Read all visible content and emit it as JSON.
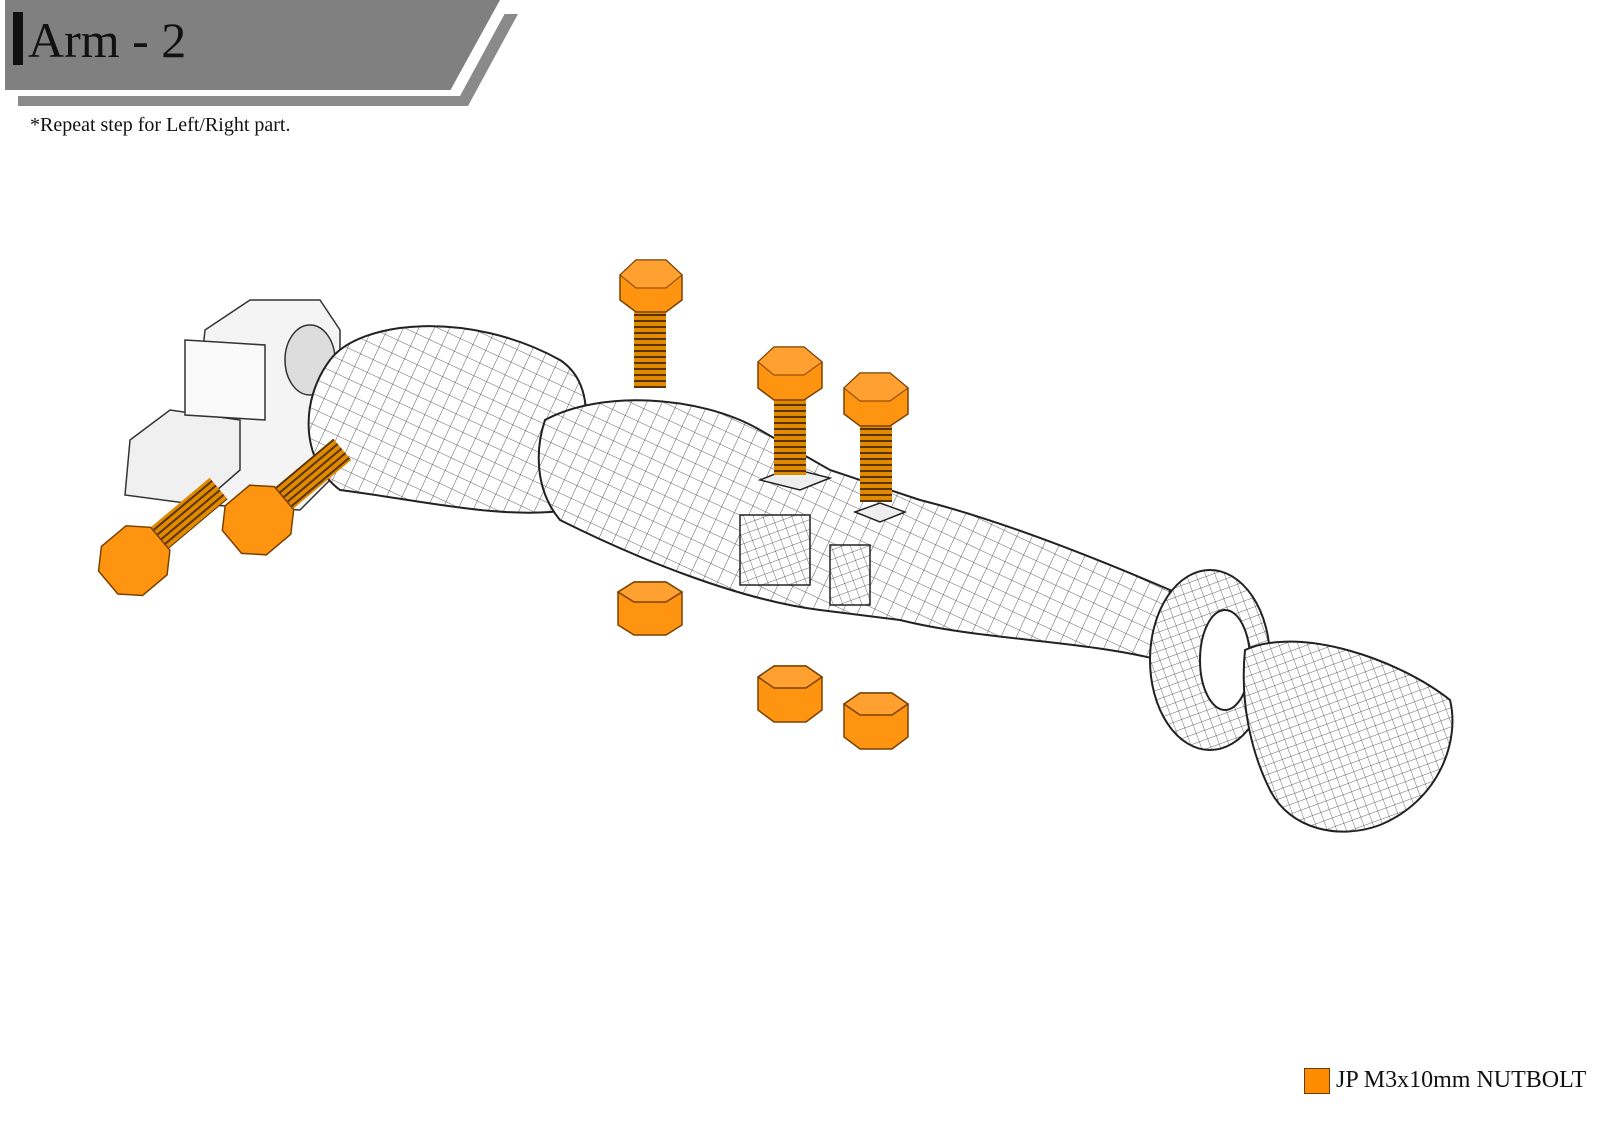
{
  "header": {
    "title": "Arm - 2"
  },
  "note": "*Repeat step for Left/Right part.",
  "legend": {
    "label": "JP M3x10mm NUTBOLT",
    "color": "#ff8c00"
  }
}
